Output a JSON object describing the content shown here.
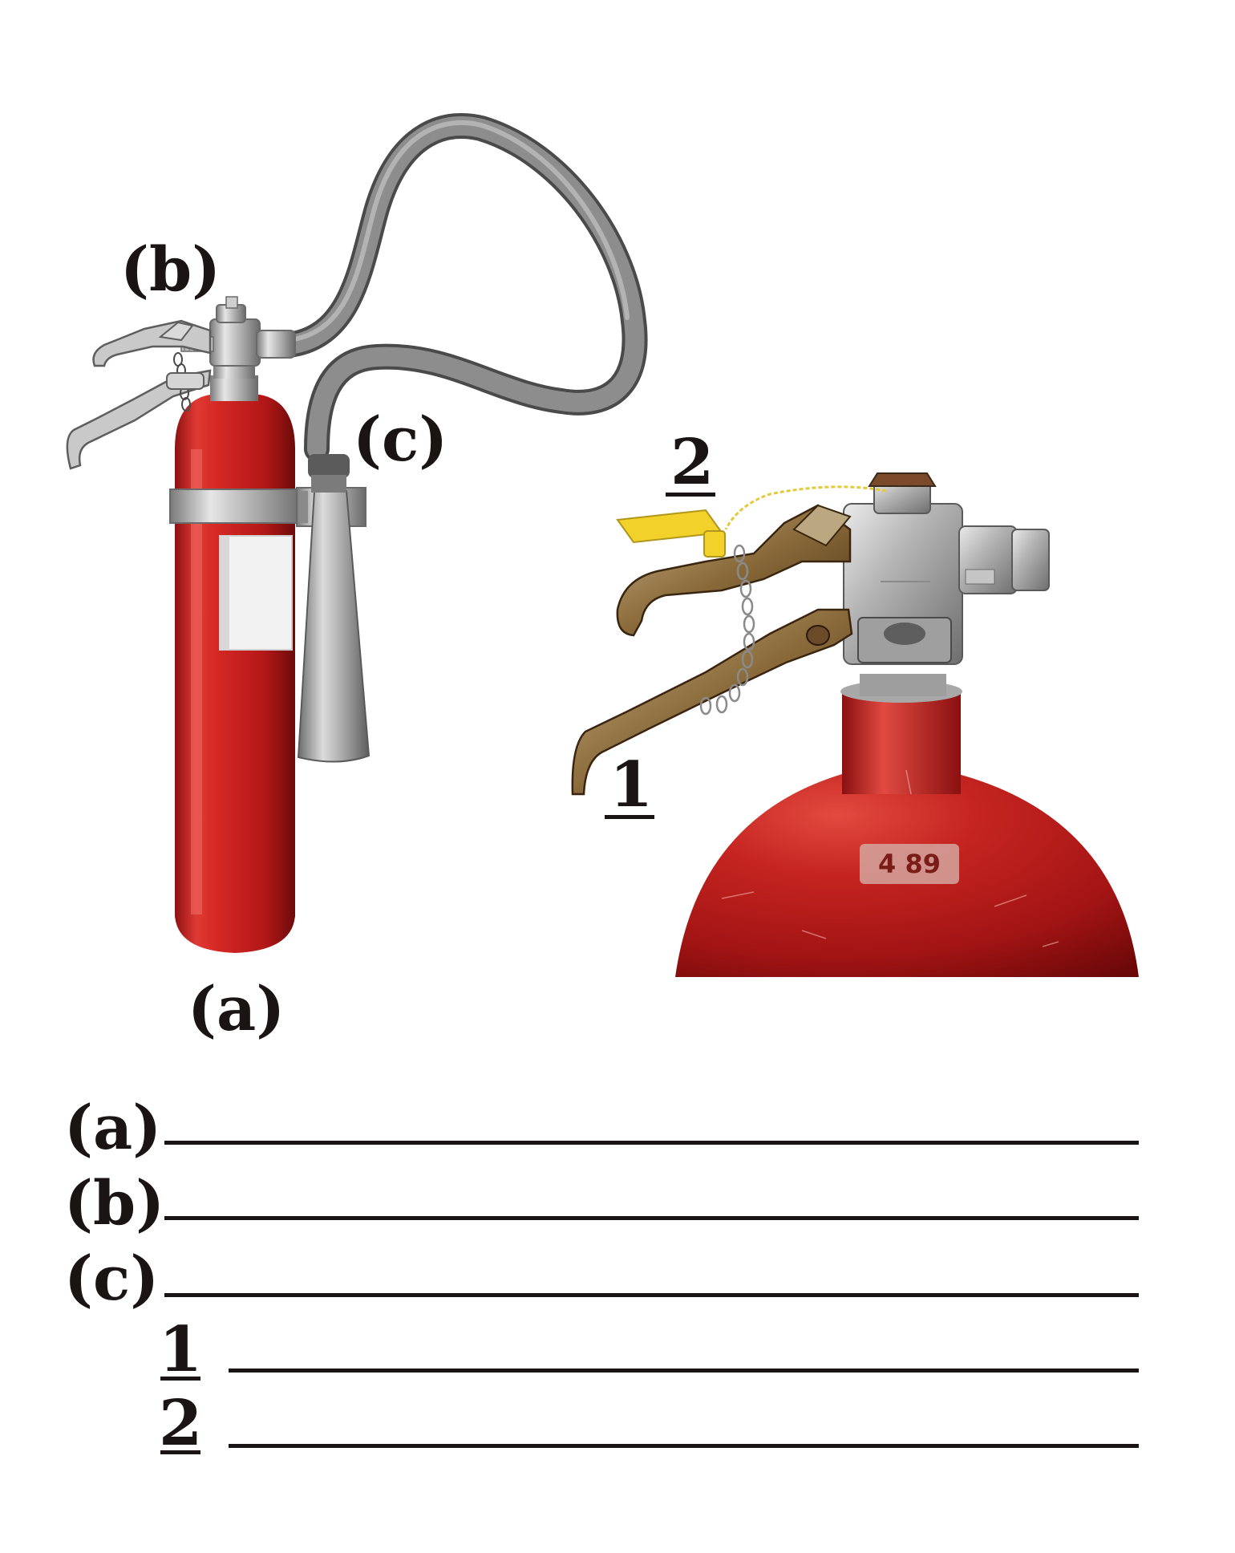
{
  "labels": {
    "a": "(a)",
    "b": "(b)",
    "c": "(c)",
    "one": "1",
    "two": "2"
  },
  "answer_key": {
    "rows": [
      {
        "label": "(a)"
      },
      {
        "label": "(b)"
      },
      {
        "label": "(c)"
      },
      {
        "label": "1"
      },
      {
        "label": "2"
      }
    ]
  },
  "photo_stamp": "4 89",
  "colors": {
    "cylinder_red": "#c8201f",
    "metal_silver": "#b9b9b9",
    "hose_gray": "#7d7d7d",
    "tag_yellow": "#f2d12a",
    "ink": "#1a1414"
  },
  "icons": {
    "illustration": "co2-extinguisher-illustration",
    "photo": "extinguisher-valve-photo"
  }
}
